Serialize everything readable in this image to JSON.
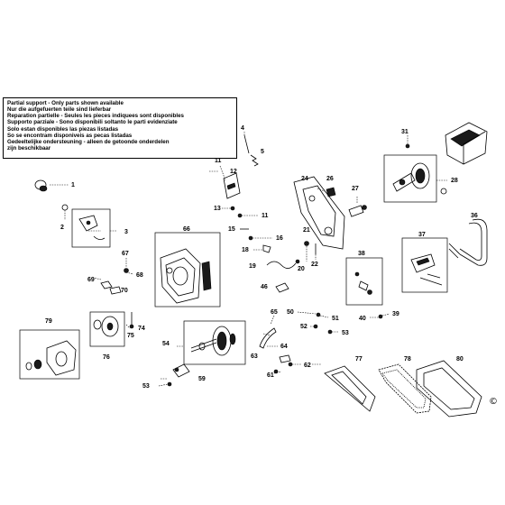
{
  "notice_lines": [
    "Partial support - Only parts shown available",
    "Nur die aufgefuerten teile sind lieferbar",
    "Reparation partielle - Seules les pieces indiquees sont disponibles",
    "Supporto parziale - Sono disponibili soltanto le parti evidenziate",
    "Solo estan disponibles las piezas listadas",
    "So se encontram disponiveis as pecas listadas",
    "Gedeeltelijke ondersteuning - alleen de getoonde onderdelen",
    "zijn beschikbaar"
  ],
  "labels": {
    "l1": "1",
    "l2": "2",
    "l3": "3",
    "l4": "4",
    "l5": "5",
    "l11a": "11",
    "l11b": "11",
    "l12": "12",
    "l13": "13",
    "l15": "15",
    "l16": "16",
    "l18": "18",
    "l19": "19",
    "l20": "20",
    "l21": "21",
    "l22": "22",
    "l24": "24",
    "l26": "26",
    "l27": "27",
    "l28": "28",
    "l31": "31",
    "l36": "36",
    "l37": "37",
    "l38": "38",
    "l39": "39",
    "l40": "40",
    "l46": "46",
    "l50": "50",
    "l51": "51",
    "l52": "52",
    "l53a": "53",
    "l53b": "53",
    "l54": "54",
    "l59": "59",
    "l61": "61",
    "l62": "62",
    "l63": "63",
    "l64": "64",
    "l65": "65",
    "l66": "66",
    "l67": "67",
    "l68": "68",
    "l69": "69",
    "l70": "70",
    "l74": "74",
    "l75": "75",
    "l76": "76",
    "l77": "77",
    "l78": "78",
    "l79": "79",
    "l80": "80"
  },
  "copyright_symbol": "©"
}
